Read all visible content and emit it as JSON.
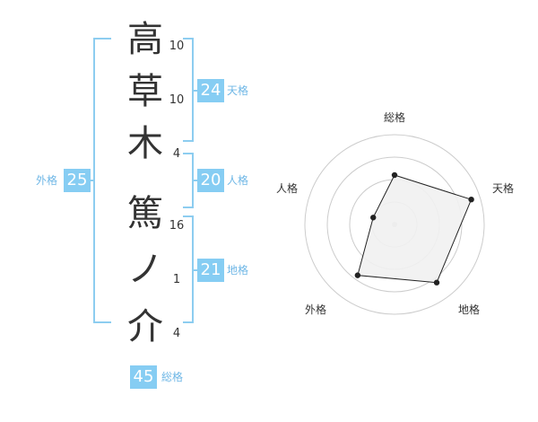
{
  "name": {
    "characters": [
      {
        "char": "高",
        "strokes": "10"
      },
      {
        "char": "草",
        "strokes": "10"
      },
      {
        "char": "木",
        "strokes": "4"
      },
      {
        "char": "篤",
        "strokes": "16"
      },
      {
        "char": "ノ",
        "strokes": "1"
      },
      {
        "char": "介",
        "strokes": "4"
      }
    ]
  },
  "kakusu": {
    "tenkaku": {
      "label": "天格",
      "value": "24"
    },
    "jinkaku": {
      "label": "人格",
      "value": "20"
    },
    "chikaku": {
      "label": "地格",
      "value": "21"
    },
    "gaikaku": {
      "label": "外格",
      "value": "25"
    },
    "soukaku": {
      "label": "総格",
      "value": "45"
    }
  },
  "chart_data": {
    "type": "radar",
    "axes": [
      "総格",
      "天格",
      "地格",
      "外格",
      "人格"
    ],
    "values": [
      0.55,
      0.9,
      0.8,
      0.7,
      0.25
    ],
    "max": 1,
    "rings": 4,
    "fill_color": "#f1f1f1",
    "line_color": "#222222",
    "grid_color": "#cccccc"
  },
  "colors": {
    "accent": "#86cdf3",
    "bracket": "#8dcdf0",
    "label": "#6fb7e6"
  }
}
